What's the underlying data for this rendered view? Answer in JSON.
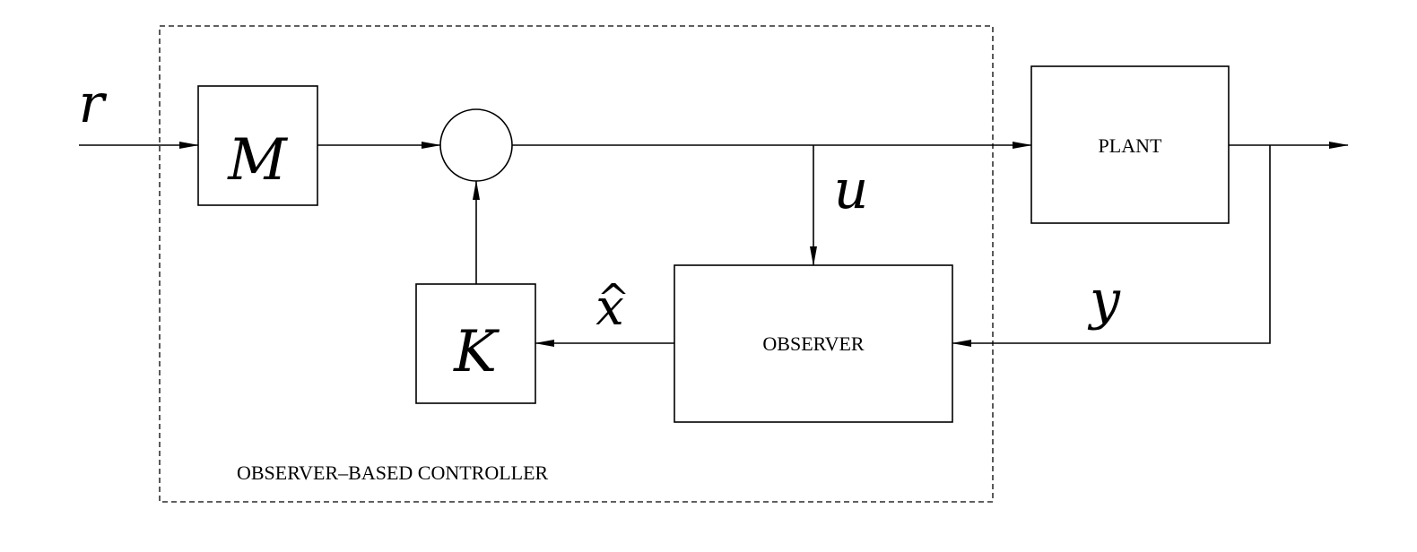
{
  "diagram": {
    "signals": {
      "reference": "r",
      "control": "u",
      "estimate": "x",
      "estimate_accent": "^",
      "output": "y"
    },
    "blocks": {
      "prefilter": "M",
      "gain": "K",
      "plant": "PLANT",
      "observer": "OBSERVER"
    },
    "region_label": "OBSERVER–BASED CONTROLLER"
  }
}
